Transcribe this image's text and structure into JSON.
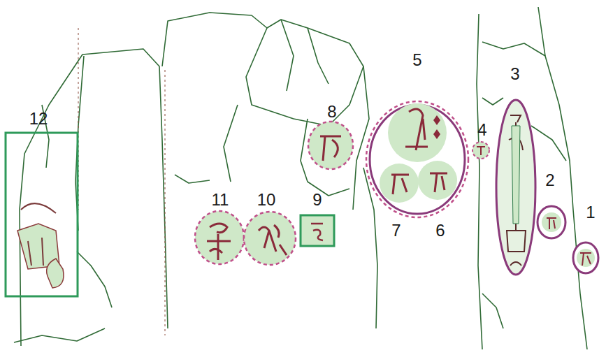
{
  "diagram": {
    "labels": [
      "12",
      "8",
      "5",
      "4",
      "3",
      "11",
      "10",
      "9",
      "2",
      "1",
      "7",
      "6"
    ]
  }
}
